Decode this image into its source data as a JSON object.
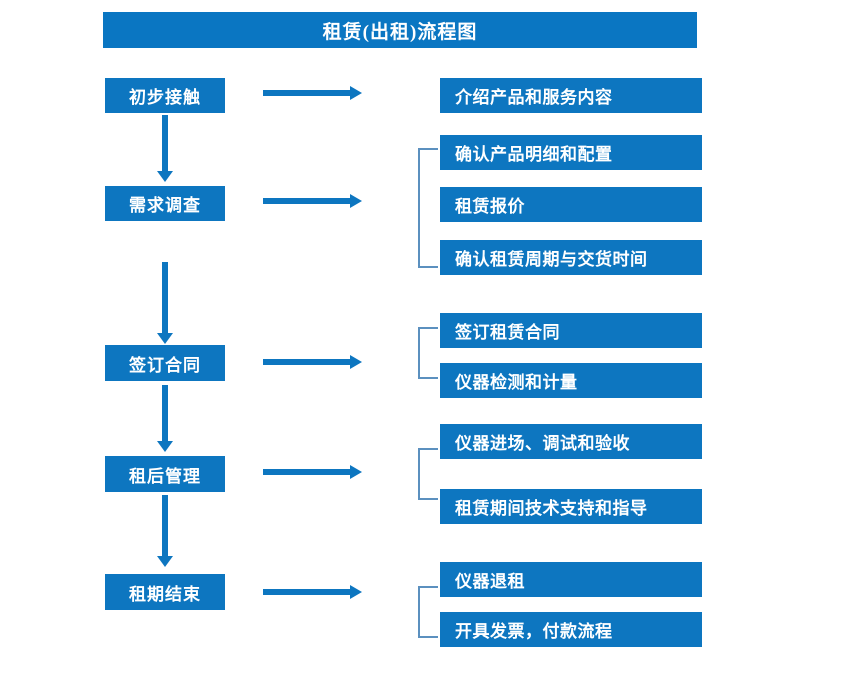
{
  "diagram": {
    "title": "租赁(出租)流程图",
    "accent_color": "#0d76c0",
    "title_bar_color": "#0a76c2",
    "bracket_color": "#5b90bf",
    "text_color": "#ffffff",
    "background_color": "#ffffff"
  },
  "stages": [
    {
      "id": "stage-1",
      "label": "初步接触",
      "has_bracket": false,
      "details": [
        {
          "label": "介绍产品和服务内容"
        }
      ]
    },
    {
      "id": "stage-2",
      "label": "需求调查",
      "has_bracket": true,
      "details": [
        {
          "label": "确认产品明细和配置"
        },
        {
          "label": "租赁报价"
        },
        {
          "label": "确认租赁周期与交货时间"
        }
      ]
    },
    {
      "id": "stage-3",
      "label": "签订合同",
      "has_bracket": true,
      "details": [
        {
          "label": "签订租赁合同"
        },
        {
          "label": "仪器检测和计量"
        }
      ]
    },
    {
      "id": "stage-4",
      "label": "租后管理",
      "has_bracket": true,
      "details": [
        {
          "label": "仪器进场、调试和验收"
        },
        {
          "label": "租赁期间技术支持和指导"
        }
      ]
    },
    {
      "id": "stage-5",
      "label": "租期结束",
      "has_bracket": true,
      "details": [
        {
          "label": "仪器退租"
        },
        {
          "label": "开具发票，付款流程"
        }
      ]
    }
  ],
  "connectors": {
    "horizontal_arrow_name": "stage-to-details-arrow",
    "vertical_arrow_name": "stage-to-stage-arrow"
  }
}
